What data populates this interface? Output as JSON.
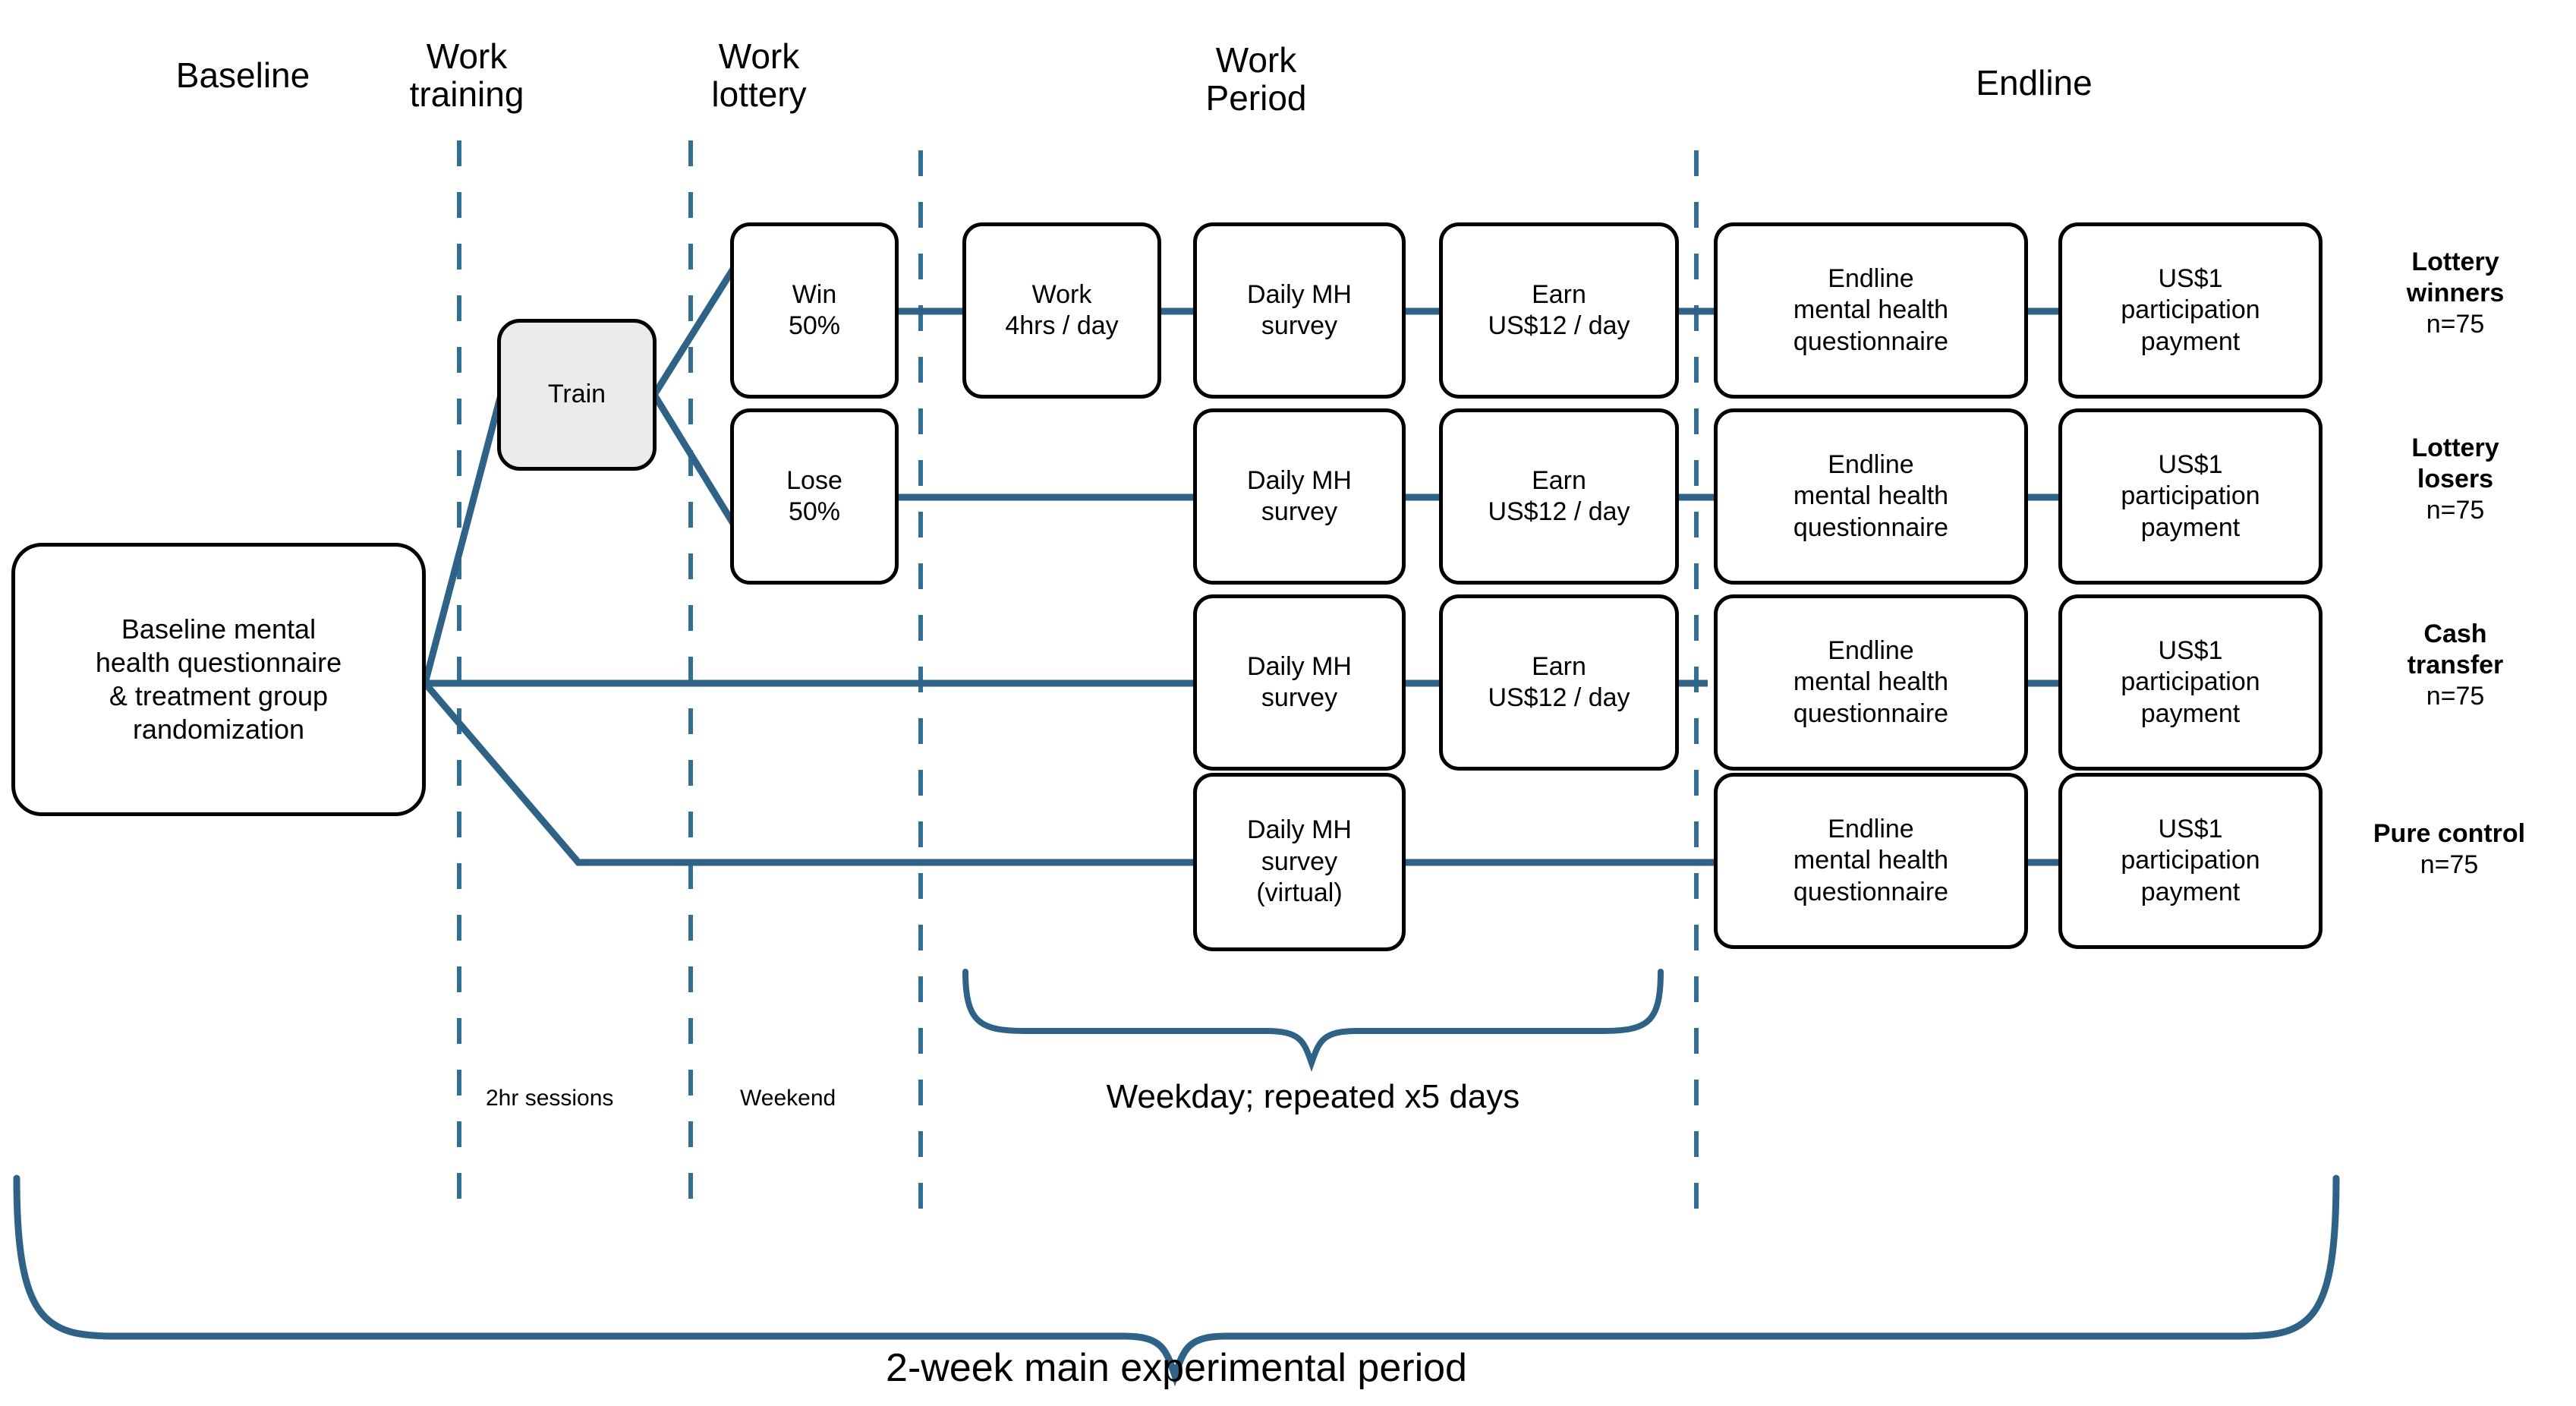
{
  "colors": {
    "line": "#2e6286",
    "dash": "#336e93",
    "box_border": "#000000",
    "shaded_fill": "#ebebeb"
  },
  "phases": [
    {
      "name": "baseline",
      "label": "Baseline"
    },
    {
      "name": "work-training",
      "label": "Work\ntraining"
    },
    {
      "name": "work-lottery",
      "label": "Work\nlottery"
    },
    {
      "name": "work-period",
      "label": "Work\nPeriod"
    },
    {
      "name": "endline",
      "label": "Endline"
    }
  ],
  "baseline_node": {
    "label": "Baseline mental\nhealth questionnaire\n& treatment group\nrandomization"
  },
  "train_node": {
    "label": "Train"
  },
  "lottery_nodes": [
    {
      "name": "win",
      "label": "Win\n50%"
    },
    {
      "name": "lose",
      "label": "Lose\n50%"
    }
  ],
  "rows": [
    {
      "name": "lottery-winners",
      "group_label": "Lottery\nwinners",
      "group_n": "n=75",
      "nodes": [
        {
          "name": "work-4hrs",
          "label": "Work\n4hrs / day"
        },
        {
          "name": "daily-mh-survey",
          "label": "Daily MH\nsurvey"
        },
        {
          "name": "earn-us12",
          "label": "Earn\nUS$12 / day"
        },
        {
          "name": "endline-questionnaire",
          "label": "Endline\nmental health\nquestionnaire"
        },
        {
          "name": "participation-payment",
          "label": "US$1\nparticipation\npayment"
        }
      ]
    },
    {
      "name": "lottery-losers",
      "group_label": "Lottery\nlosers",
      "group_n": "n=75",
      "nodes": [
        {
          "name": "daily-mh-survey",
          "label": "Daily MH\nsurvey"
        },
        {
          "name": "earn-us12",
          "label": "Earn\nUS$12 / day"
        },
        {
          "name": "endline-questionnaire",
          "label": "Endline\nmental health\nquestionnaire"
        },
        {
          "name": "participation-payment",
          "label": "US$1\nparticipation\npayment"
        }
      ]
    },
    {
      "name": "cash-transfer",
      "group_label": "Cash\ntransfer",
      "group_n": "n=75",
      "nodes": [
        {
          "name": "daily-mh-survey",
          "label": "Daily MH\nsurvey"
        },
        {
          "name": "earn-us12",
          "label": "Earn\nUS$12 / day"
        },
        {
          "name": "endline-questionnaire",
          "label": "Endline\nmental health\nquestionnaire"
        },
        {
          "name": "participation-payment",
          "label": "US$1\nparticipation\npayment"
        }
      ]
    },
    {
      "name": "pure-control",
      "group_label": "Pure control",
      "group_n": "n=75",
      "nodes": [
        {
          "name": "daily-mh-survey-virtual",
          "label": "Daily MH\nsurvey\n(virtual)"
        },
        {
          "name": "endline-questionnaire",
          "label": "Endline\nmental health\nquestionnaire"
        },
        {
          "name": "participation-payment",
          "label": "US$1\nparticipation\npayment"
        }
      ]
    }
  ],
  "tick_labels": [
    {
      "name": "two-hr-sessions",
      "label": "2hr sessions"
    },
    {
      "name": "weekend",
      "label": "Weekend"
    }
  ],
  "braces": [
    {
      "name": "weekday-brace",
      "label": "Weekday; repeated x5 days"
    },
    {
      "name": "experiment-brace",
      "label": "2-week main experimental period"
    }
  ]
}
